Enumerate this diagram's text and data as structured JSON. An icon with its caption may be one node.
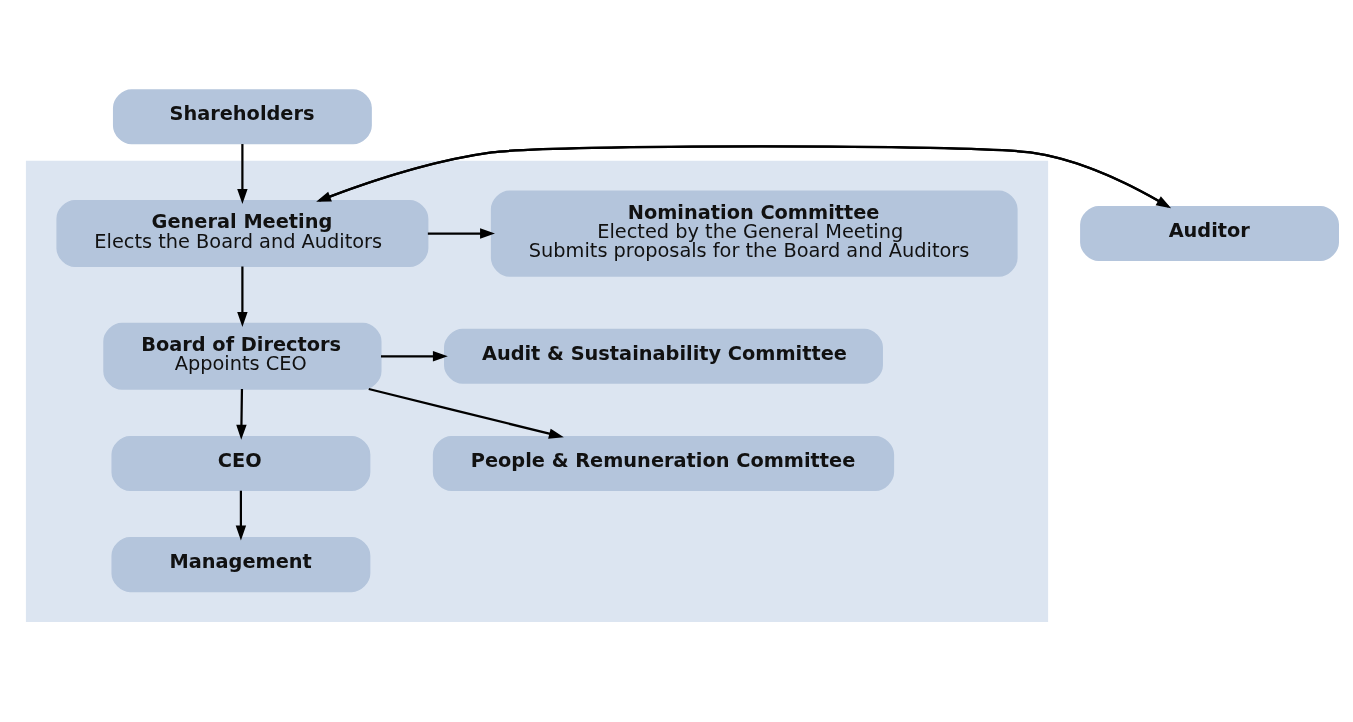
{
  "diagram": {
    "nodes": [
      {
        "text": [
          "Shareholders"
        ]
      },
      {
        "text": [],
        "shape": "box"
      },
      {
        "text": [
          "Auditor"
        ]
      },
      {
        "text": [
          "General Meeting",
          "Elects the Board and Auditors"
        ],
        "in": 1
      },
      {
        "text": [
          "Nomination Committee",
          "Elected by the General Meeting",
          "Submits proposals for the Board and Auditors"
        ],
        "in": 1
      },
      {
        "text": [
          "Board of Directors",
          "Appoints CEO"
        ],
        "in": 1
      },
      {
        "text": [
          "Audit & Sustainability Committee"
        ],
        "in": 1
      },
      {
        "text": [
          "CEO"
        ],
        "in": 1
      },
      {
        "text": [
          "People & Remuneration Committee"
        ],
        "in": 1
      },
      {
        "text": [
          "Management"
        ],
        "in": 1
      }
    ],
    "edges": [
      {
        "from": 0,
        "to": 3,
        "arrow": "to"
      },
      {
        "from": 2,
        "to": 3,
        "arrow": "to"
      },
      {
        "from": 3,
        "to": 2,
        "arrow": "to"
      },
      {
        "from": 3,
        "to": 4,
        "arrow": "to"
      },
      {
        "from": 3,
        "to": 5,
        "arrow": "to"
      },
      {
        "from": 5,
        "to": 6,
        "arrow": "to"
      },
      {
        "from": 5,
        "to": 8,
        "arrow": "to"
      },
      {
        "from": 5,
        "to": 7,
        "arrow": "to"
      },
      {
        "from": 7,
        "to": 9,
        "arrow": "to"
      }
    ]
  }
}
